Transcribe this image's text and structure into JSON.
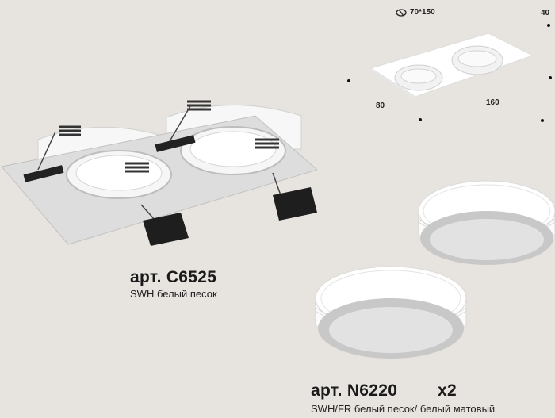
{
  "products": [
    {
      "article": "арт. C6525",
      "description": "SWH белый песок"
    },
    {
      "article": "арт. N6220",
      "description": "SWH/FR белый песок/ белый матовый",
      "multiplier": "x2"
    }
  ],
  "dimensions": {
    "cutout": "70*150",
    "width": "160",
    "depth": "80",
    "height": "40"
  },
  "icons": [
    "cutout-icon"
  ]
}
